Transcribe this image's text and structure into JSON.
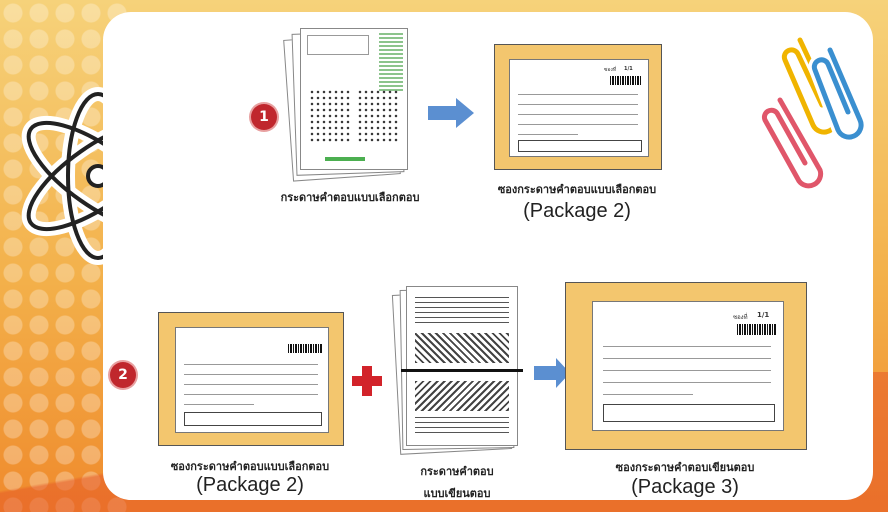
{
  "step1": {
    "badge": "1",
    "source_caption": "กระดาษคำตอบแบบเลือกตอบ",
    "target_caption": "ซองกระดาษคำตอบแบบเลือกตอบ",
    "target_package": "(Package 2)"
  },
  "step2": {
    "badge": "2",
    "source_caption": "ซองกระดาษคำตอบแบบเลือกตอบ",
    "source_package": "(Package 2)",
    "middle_caption_line1": "กระดาษคำตอบ",
    "middle_caption_line2": "แบบเขียนตอบ",
    "target_caption": "ซองกระดาษคำตอบเขียนตอบ",
    "target_package": "(Package 3)"
  },
  "envelope_small": {
    "seq_label": "ซองที่",
    "seq_value": "1/1"
  },
  "envelope_large": {
    "seq_label": "ซองที่",
    "seq_value": "1/1"
  },
  "colors": {
    "badge": "#c0272d",
    "arrow": "#5b8fd1",
    "plus": "#d2232a",
    "envelope": "#f3c66e"
  }
}
